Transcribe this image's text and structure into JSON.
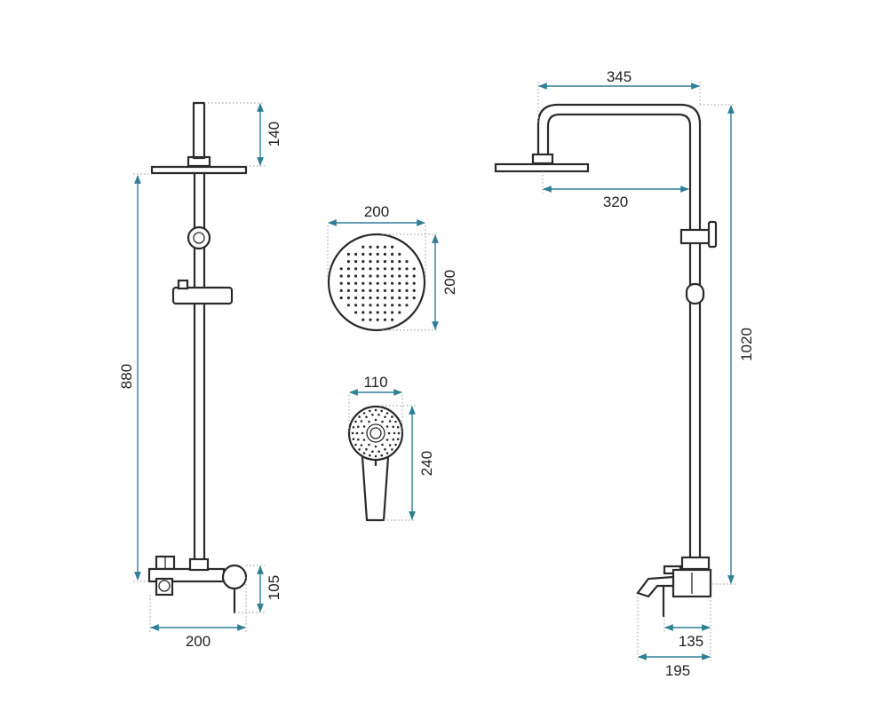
{
  "dimensions": {
    "left_column_top": "140",
    "left_height": "880",
    "left_mixer_height": "105",
    "left_mixer_width": "200",
    "head_width": "200",
    "head_height": "200",
    "hand_width": "110",
    "hand_height": "240",
    "arm_reach": "345",
    "head_offset": "320",
    "total_height": "1020",
    "spout_depth": "135",
    "mixer_depth": "195"
  },
  "colors": {
    "dimension_line": "#2f7f95",
    "outline": "#2b2b2b"
  }
}
